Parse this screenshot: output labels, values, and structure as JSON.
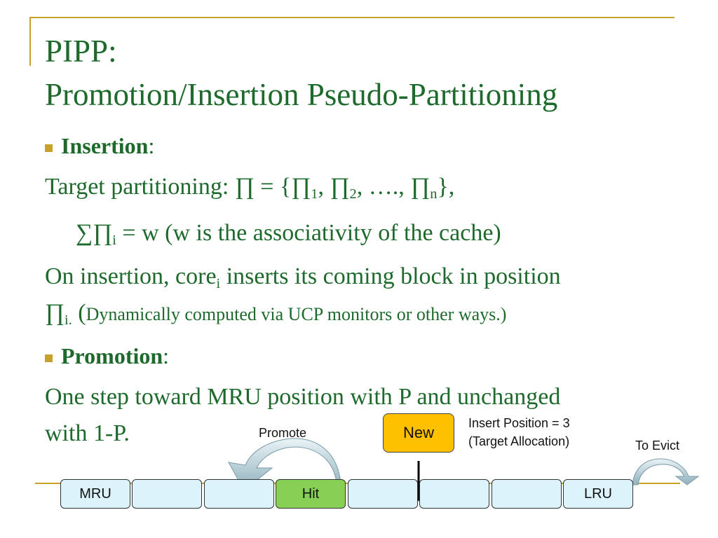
{
  "slide": {
    "title_line1": "PIPP:",
    "title_line2": "Promotion/Insertion Pseudo-Partitioning",
    "insertion_heading": "Insertion",
    "heading_colon": ":",
    "target_prefix": "Target partitioning: ∏ = {∏",
    "sub1": "1",
    "comma_pi": ", ∏",
    "sub2": "2",
    "ellipsis_pi": ", …., ∏",
    "subn": "n",
    "target_suffix": "},",
    "sum_prefix": "∑∏",
    "sub_i": "i",
    "sum_suffix": " = w (w is the associativity of the cache)",
    "insert_line1_a": "On insertion, core",
    "insert_line1_sub": "i",
    "insert_line1_b": " inserts its coming block in position",
    "insert_line2_pi": "∏",
    "insert_line2_sub": "i.",
    "insert_line2_paren": " (",
    "insert_line2_note": "Dynamically computed via UCP monitors or other ways.)",
    "promotion_heading": "Promotion",
    "promo_line1": "One step toward MRU position with P and unchanged",
    "promo_line2": "with 1-P."
  },
  "diagram": {
    "cells": [
      "MRU",
      "",
      "",
      "Hit",
      "",
      "",
      "",
      "LRU"
    ],
    "new_label": "New",
    "promote_label": "Promote",
    "insert_label_1": "Insert Position = 3",
    "insert_label_2": "(Target Allocation)",
    "evict_label": "To Evict"
  },
  "colors": {
    "text": "#1e6a2c",
    "accent": "#c8a12a",
    "cell": "#ddf3fb",
    "hit": "#88d055",
    "new": "#ffc000"
  }
}
